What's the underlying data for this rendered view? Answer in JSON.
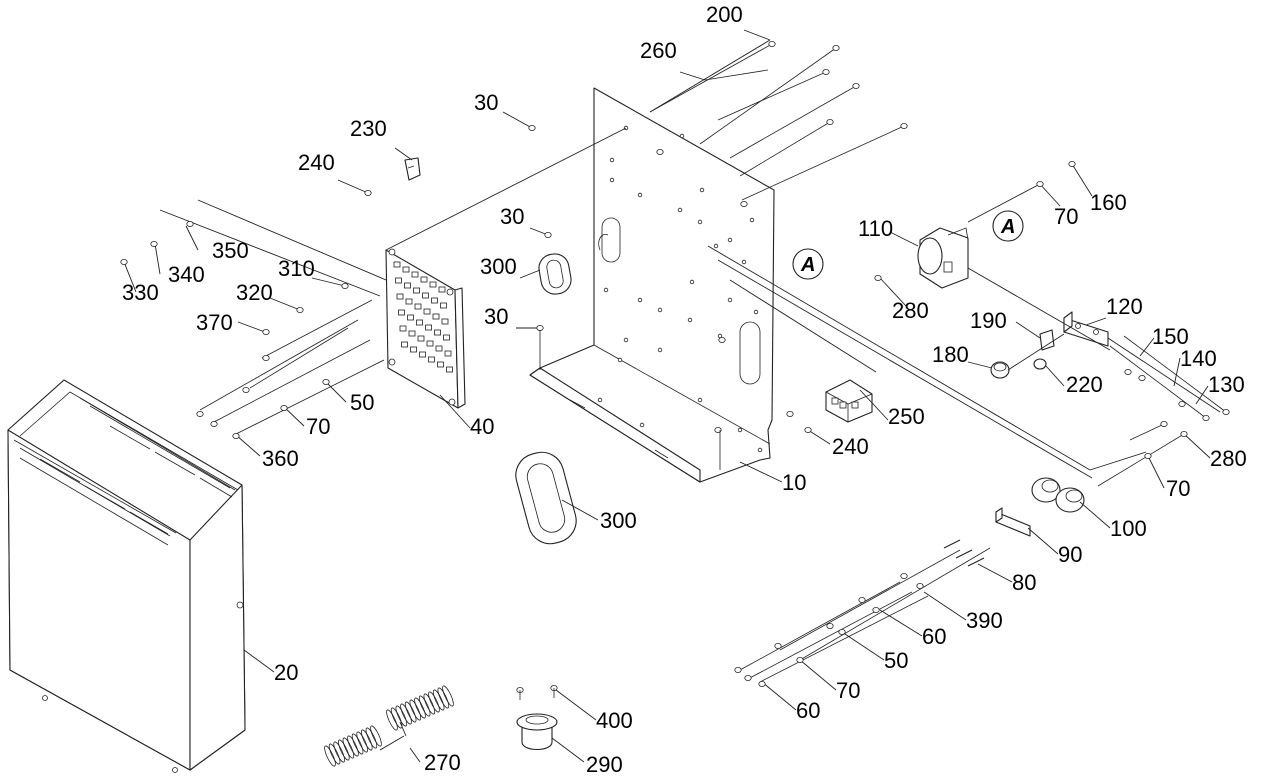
{
  "labels": [
    "200",
    "260",
    "30",
    "230",
    "240",
    "30",
    "300",
    "30",
    "350",
    "340",
    "330",
    "310",
    "320",
    "370",
    "50",
    "70",
    "360",
    "40",
    "10",
    "250",
    "240",
    "300",
    "20",
    "270",
    "400",
    "290",
    "110",
    "70",
    "160",
    "280",
    "190",
    "120",
    "150",
    "180",
    "220",
    "140",
    "130",
    "280",
    "70",
    "100",
    "90",
    "80",
    "390",
    "60",
    "50",
    "70",
    "60"
  ],
  "callouts": [
    "A",
    "A"
  ]
}
